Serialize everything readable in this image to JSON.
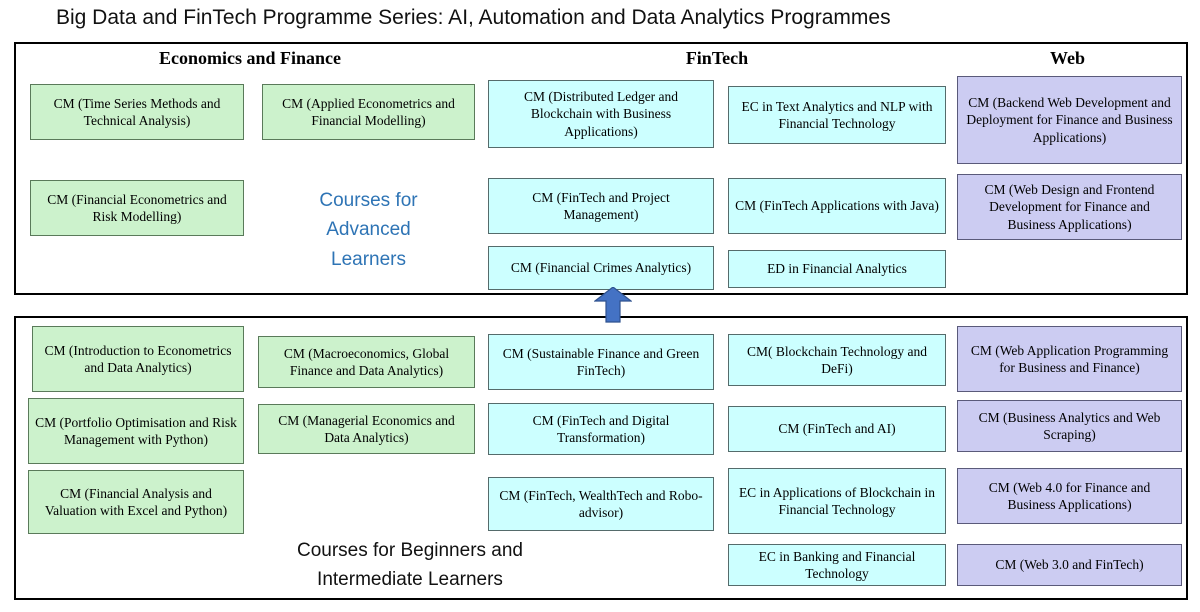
{
  "title": "Big Data and FinTech Programme Series: AI, Automation and Data Analytics Programmes",
  "headers": {
    "econ": "Economics and Finance",
    "fintech": "FinTech",
    "web": "Web"
  },
  "colors": {
    "econ_fill": "#ccf2cc",
    "fintech_fill": "#ccffff",
    "web_fill": "#ccccf2",
    "arrow": "#4472c4",
    "advanced_label_text": "#2e74b5"
  },
  "icons": {
    "up_arrow": "block-up-arrow"
  },
  "top": {
    "label": "Courses for\nAdvanced\nLearners",
    "econ_col1": [
      "CM (Time Series Methods and Technical Analysis)",
      "CM (Financial Econometrics and Risk Modelling)"
    ],
    "econ_col2": [
      "CM (Applied Econometrics and Financial Modelling)"
    ],
    "fintech_col1": [
      "CM (Distributed Ledger and Blockchain with Business Applications)",
      "CM (FinTech and Project Management)",
      "CM (Financial Crimes Analytics)"
    ],
    "fintech_col2": [
      "EC in Text Analytics and NLP with Financial Technology",
      "CM (FinTech Applications with Java)",
      "ED in Financial Analytics"
    ],
    "web_col": [
      "CM (Backend Web Development and Deployment for Finance and Business Applications)",
      "CM (Web Design and Frontend Development for Finance and Business Applications)"
    ]
  },
  "bottom": {
    "label": "Courses for Beginners and\nIntermediate Learners",
    "econ_col1": [
      "CM (Introduction to Econometrics and Data Analytics)",
      "CM (Portfolio Optimisation and Risk Management with Python)",
      "CM (Financial Analysis and Valuation with Excel and Python)"
    ],
    "econ_col2": [
      "CM (Macroeconomics, Global Finance and Data Analytics)",
      "CM (Managerial Economics and Data Analytics)"
    ],
    "fintech_col1": [
      "CM (Sustainable Finance and Green FinTech)",
      "CM (FinTech and Digital Transformation)",
      "CM (FinTech, WealthTech and Robo-advisor)"
    ],
    "fintech_col2": [
      "CM( Blockchain Technology and DeFi)",
      "CM (FinTech and AI)",
      "EC in Applications of Blockchain in Financial Technology",
      "EC in Banking and Financial Technology"
    ],
    "web_col": [
      "CM (Web Application Programming for Business and Finance)",
      "CM (Business Analytics and Web Scraping)",
      "CM (Web 4.0 for Finance and Business Applications)",
      "CM (Web 3.0 and FinTech)"
    ]
  }
}
